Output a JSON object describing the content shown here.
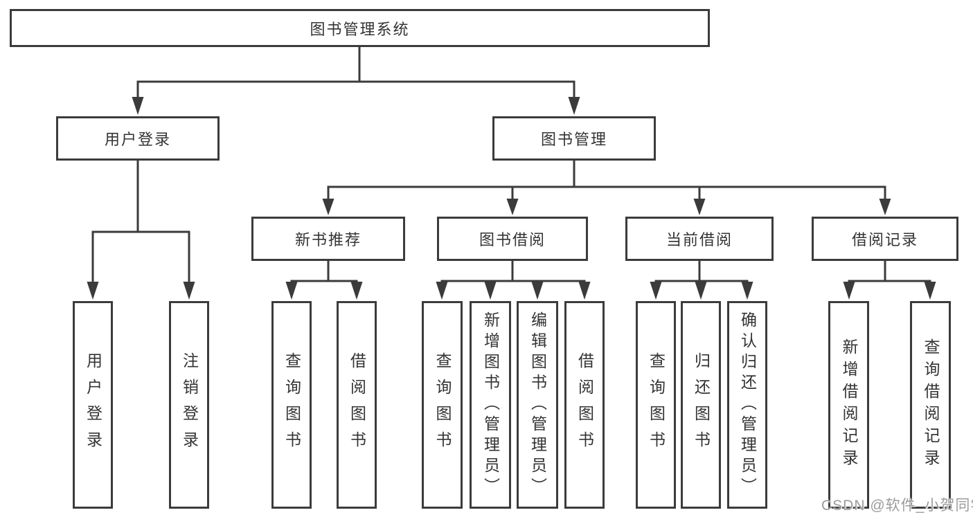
{
  "diagram": {
    "tree": {
      "label": "图书管理系统",
      "children": [
        {
          "label": "用户登录",
          "children": [
            {
              "label": "用户登录"
            },
            {
              "label": "注销登录"
            }
          ]
        },
        {
          "label": "图书管理",
          "children": [
            {
              "label": "新书推荐",
              "children": [
                {
                  "label": "查询图书"
                },
                {
                  "label": "借阅图书"
                }
              ]
            },
            {
              "label": "图书借阅",
              "children": [
                {
                  "label": "查询图书"
                },
                {
                  "label": "新增图书（管理员）"
                },
                {
                  "label": "编辑图书（管理员）"
                },
                {
                  "label": "借阅图书"
                }
              ]
            },
            {
              "label": "当前借阅",
              "children": [
                {
                  "label": "查询图书"
                },
                {
                  "label": "归还图书"
                },
                {
                  "label": "确认归还（管理员）"
                }
              ]
            },
            {
              "label": "借阅记录",
              "children": [
                {
                  "label": "新增借阅记录"
                },
                {
                  "label": "查询借阅记录"
                }
              ]
            }
          ]
        }
      ]
    },
    "colors": {
      "line": "#3b3b3b",
      "text": "#333333",
      "background": "#ffffff",
      "watermark_text": "#9b9b9b"
    }
  },
  "watermark": "CSDN @软件_小贺同学"
}
